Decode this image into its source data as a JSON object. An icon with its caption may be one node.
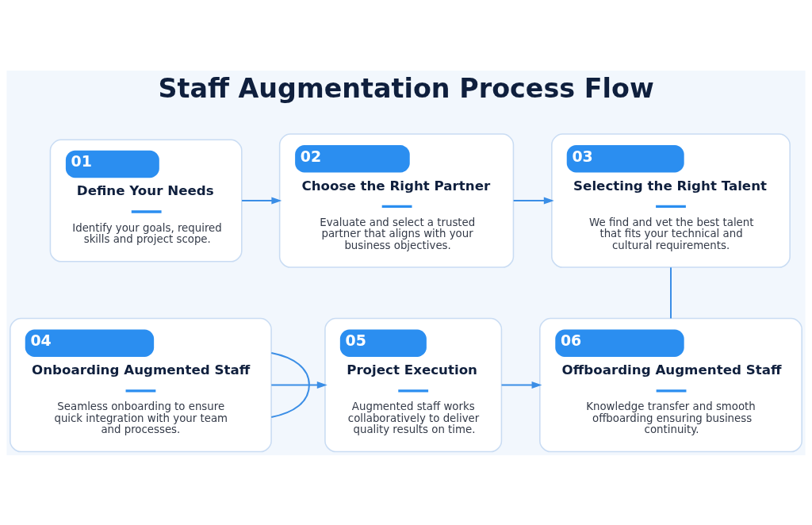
{
  "diagram": {
    "title": "Staff Augmentation Process Flow",
    "nodes": [
      {
        "text": [
          "01",
          "Define Your Needs",
          "Identify your goals, required skills and project scope."
        ]
      },
      {
        "text": [
          "02",
          "Choose the Right Partner",
          "Evaluate and select a trusted partner that aligns with your business objectives."
        ]
      },
      {
        "text": [
          "03",
          "Selecting the Right Talent",
          "We find and vet the best talent that fits your technical and cultural requirements."
        ]
      },
      {
        "text": [
          "04",
          "Onboarding Augmented Staff",
          "Seamless onboarding to ensure quick integration with your team and processes."
        ]
      },
      {
        "text": [
          "05",
          "Project Execution",
          "Augmented staff works collaboratively to deliver quality results on time."
        ]
      },
      {
        "text": [
          "06",
          "Offboarding Augmented Staff",
          "Knowledge transfer and smooth offboarding ensuring business continuity."
        ]
      }
    ],
    "edges": [
      {
        "from": 0,
        "to": 1,
        "arrow": "to"
      },
      {
        "from": 1,
        "to": 2,
        "arrow": "to"
      },
      {
        "from": 2,
        "to": 5,
        "arrow": "none"
      },
      {
        "from": 3,
        "to": 3,
        "arrow": "none"
      },
      {
        "from": 3,
        "to": 4,
        "arrow": "to"
      },
      {
        "from": 4,
        "to": 5,
        "arrow": "to"
      }
    ]
  }
}
